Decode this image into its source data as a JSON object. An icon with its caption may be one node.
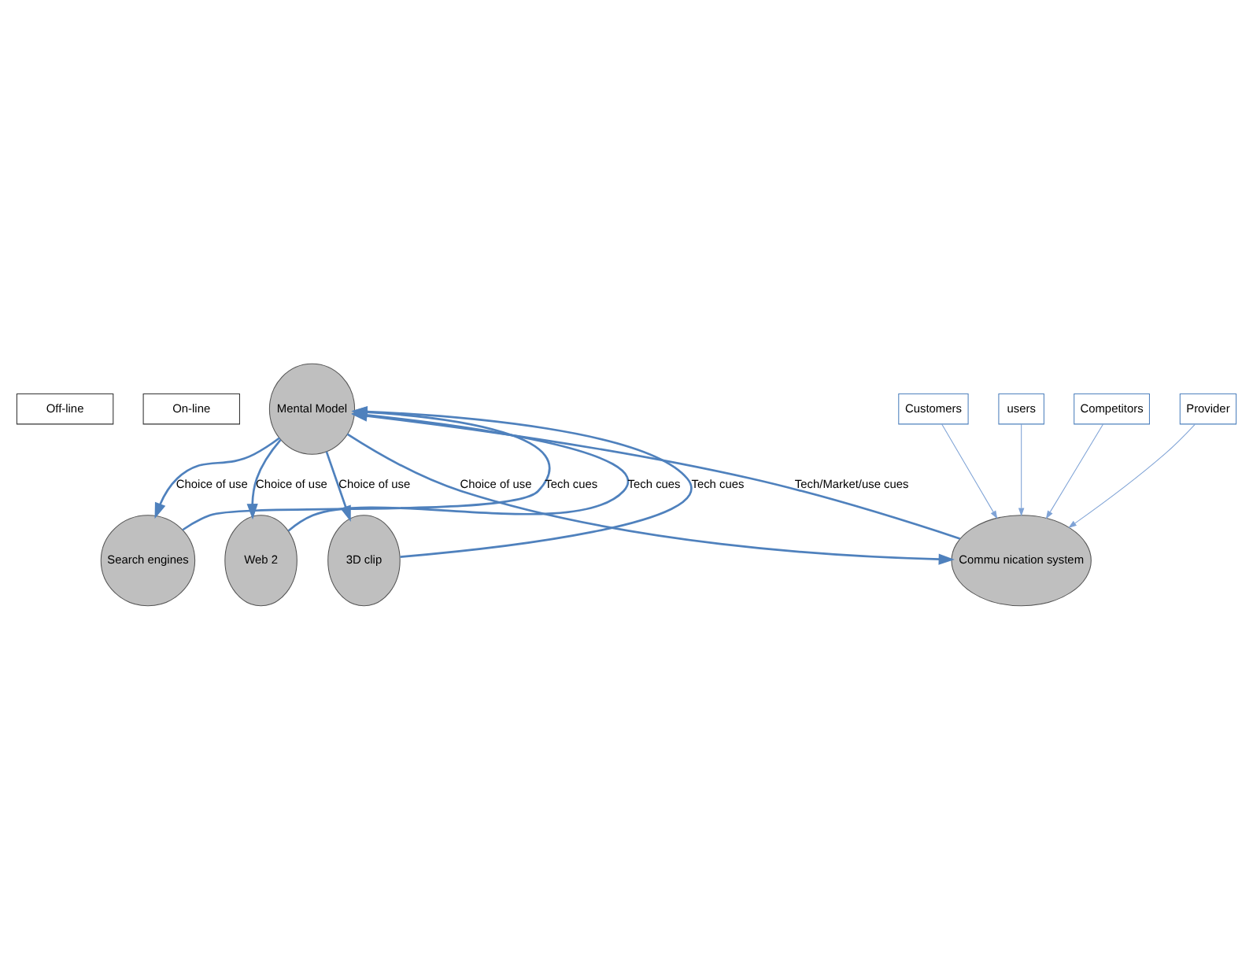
{
  "diagram": {
    "nodes": [
      {
        "text": [
          "Off-line"
        ]
      },
      {
        "text": [
          "On-line"
        ]
      },
      {
        "text": [
          "Mental Model"
        ]
      },
      {
        "text": [
          "Search engines"
        ]
      },
      {
        "text": [
          "Web 2"
        ]
      },
      {
        "text": [
          "3D clip"
        ]
      },
      {
        "text": [
          "Commu nication system"
        ]
      },
      {
        "text": [
          "Customers"
        ]
      },
      {
        "text": [
          "users"
        ]
      },
      {
        "text": [
          "Competitors"
        ]
      },
      {
        "text": [
          "Provider"
        ]
      }
    ],
    "edges": [
      {
        "from": 2,
        "to": 3,
        "arrow": "to",
        "label": "Choice of use"
      },
      {
        "from": 2,
        "to": 4,
        "arrow": "to",
        "label": "Choice of use"
      },
      {
        "from": 2,
        "to": 5,
        "arrow": "to",
        "label": "Choice of use"
      },
      {
        "from": 2,
        "to": 6,
        "arrow": "to",
        "label": "Choice of use"
      },
      {
        "from": 3,
        "to": 2,
        "arrow": "to",
        "label": "Tech cues"
      },
      {
        "from": 4,
        "to": 2,
        "arrow": "to",
        "label": "Tech cues"
      },
      {
        "from": 5,
        "to": 2,
        "arrow": "to",
        "label": "Tech cues"
      },
      {
        "from": 6,
        "to": 2,
        "arrow": "to",
        "label": "Tech/Market/use cues"
      },
      {
        "from": 7,
        "to": 6,
        "arrow": "to"
      },
      {
        "from": 8,
        "to": 6,
        "arrow": "to"
      },
      {
        "from": 9,
        "to": 6,
        "arrow": "to"
      },
      {
        "from": 10,
        "to": 6,
        "arrow": "to"
      }
    ]
  }
}
